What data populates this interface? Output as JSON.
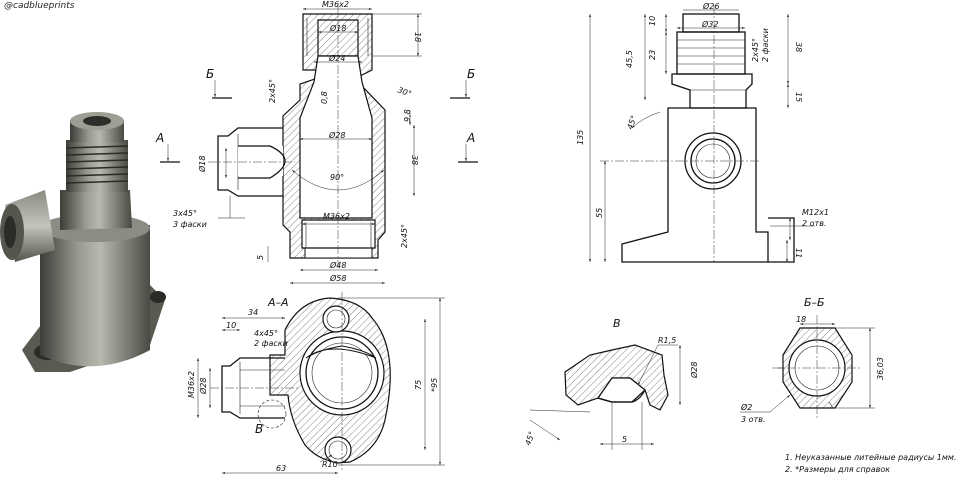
{
  "watermark": "@cadblueprints",
  "views": {
    "section_aa": "А–А",
    "section_bb": "Б–Б",
    "detail_v": "В",
    "cut_a": "А",
    "cut_b": "Б"
  },
  "dims_front": {
    "m36x2_top": "М36х2",
    "d18_top": "Ø18",
    "h18": "18",
    "d24": "Ø24",
    "ch2x45_left": "2х45°",
    "v08": "0,8",
    "ang30": "30°",
    "h98": "9,8",
    "d28": "Ø28",
    "d18_side": "Ø18",
    "h38": "38",
    "ang90": "90°",
    "ch3x45": "3х45°",
    "ch3x45_note": "3 фаски",
    "m36x2_bot": "М36х2",
    "ch2x45_right": "2х45°",
    "h5": "5",
    "d48": "Ø48",
    "d58": "Ø58"
  },
  "dims_side": {
    "d26": "Ø26",
    "d32": "Ø32",
    "h10": "10",
    "h23": "23",
    "h455": "45,5",
    "ch2x45": "2х45°",
    "ch2x45_note": "2 фаски",
    "h38": "38",
    "h15": "15",
    "ang45": "45°",
    "h135": "135",
    "h55": "55",
    "m12x1": "М12х1",
    "m12x1_note": "2 отв.",
    "h11": "11"
  },
  "dims_aa": {
    "w34": "34",
    "w10": "10",
    "ch4x45": "4х45°",
    "ch4x45_note": "2 фаски",
    "m36x2": "М36х2",
    "d28": "Ø28",
    "h75": "75",
    "h95": "*95",
    "w63": "63",
    "r10": "R10"
  },
  "dims_v": {
    "r15": "R1,5",
    "d28": "Ø28",
    "w5": "5",
    "ang45": "45°"
  },
  "dims_bb": {
    "w18": "18",
    "h3603": "36,03",
    "d2": "Ø2",
    "d2_note": "3 отв."
  },
  "notes": [
    "1. Неуказанные литейные радиусы 1мм.",
    "2. *Размеры для справок"
  ]
}
